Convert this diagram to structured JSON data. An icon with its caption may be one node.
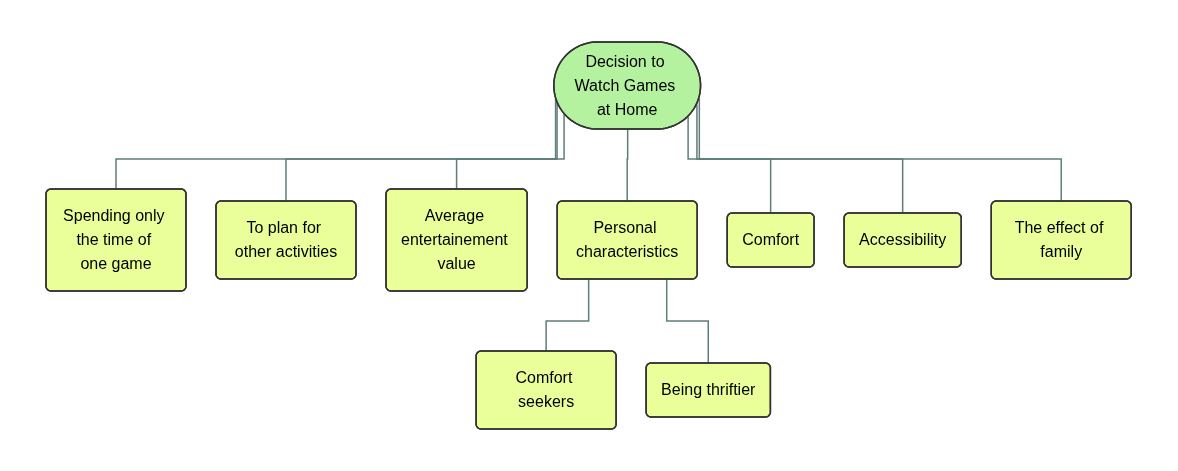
{
  "diagram": {
    "nodes": [
      {
        "text": [
          "Decision to Watch Games at Home"
        ]
      },
      {
        "text": [
          "Spending only the time of one game"
        ]
      },
      {
        "text": [
          "To plan for other activities"
        ]
      },
      {
        "text": [
          "Average entertainement value"
        ]
      },
      {
        "text": [
          "Personal characteristics"
        ]
      },
      {
        "text": [
          "Comfort"
        ]
      },
      {
        "text": [
          "Accessibility"
        ]
      },
      {
        "text": [
          "The effect of family"
        ]
      },
      {
        "text": [
          "Comfort seekers"
        ]
      },
      {
        "text": [
          "Being thriftier"
        ]
      }
    ],
    "edges": [
      {
        "from": 0,
        "to": 1,
        "arrow": "none"
      },
      {
        "from": 0,
        "to": 2,
        "arrow": "none"
      },
      {
        "from": 0,
        "to": 3,
        "arrow": "none"
      },
      {
        "from": 0,
        "to": 4,
        "arrow": "none"
      },
      {
        "from": 0,
        "to": 5,
        "arrow": "none"
      },
      {
        "from": 0,
        "to": 6,
        "arrow": "none"
      },
      {
        "from": 0,
        "to": 7,
        "arrow": "none"
      },
      {
        "from": 4,
        "to": 8,
        "arrow": "none"
      },
      {
        "from": 4,
        "to": 9,
        "arrow": "none"
      }
    ]
  }
}
